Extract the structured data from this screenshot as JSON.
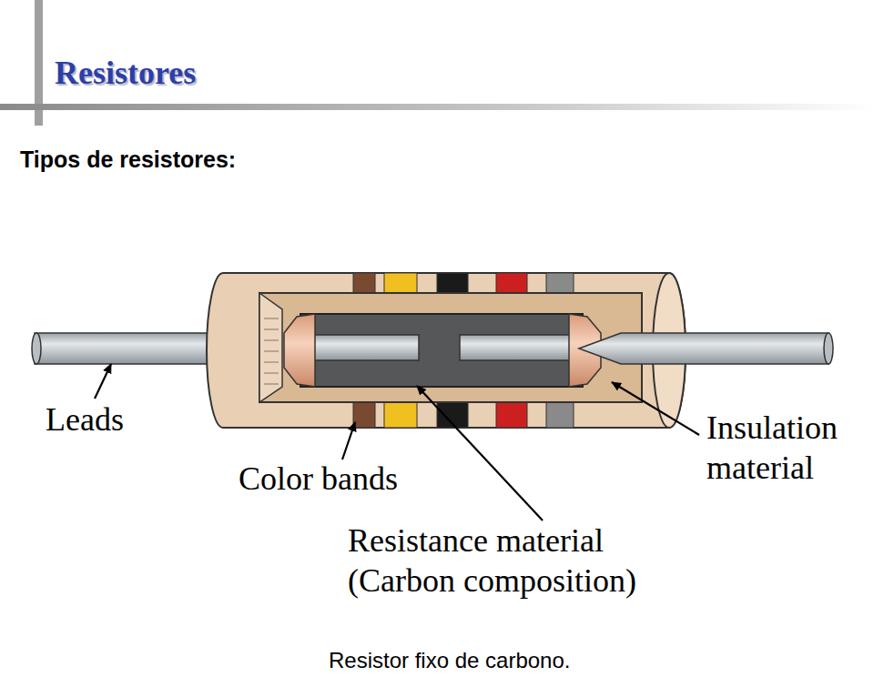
{
  "diagram": {
    "title": "Resistores",
    "caption": "Resistor fixo de carbono.",
    "labels": [
      "Tipos de resistores:",
      "Leads",
      "Color bands",
      "Insulation material",
      "Resistance material (Carbon composition)"
    ]
  }
}
